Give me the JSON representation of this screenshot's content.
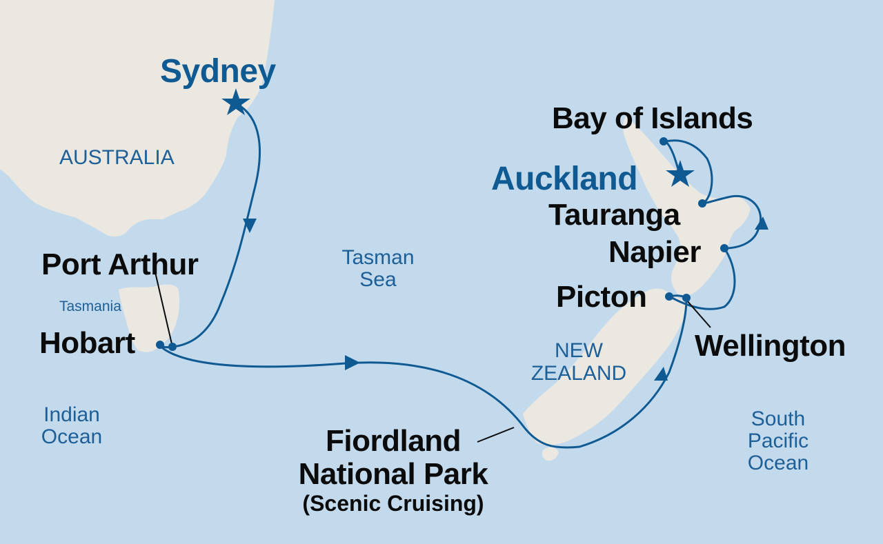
{
  "colors": {
    "ocean": "#c3d9ec",
    "land": "#ebe8e2",
    "route": "#0f5a92",
    "port_text": "#0b0b0b",
    "region_text": "#1d5f97"
  },
  "map": {
    "home_ports": [
      {
        "id": "sydney",
        "label": "Sydney",
        "icon": "star-icon"
      },
      {
        "id": "auckland",
        "label": "Auckland",
        "icon": "star-icon"
      }
    ],
    "ports": [
      {
        "id": "bay-of-islands",
        "label": "Bay of Islands"
      },
      {
        "id": "tauranga",
        "label": "Tauranga"
      },
      {
        "id": "napier",
        "label": "Napier"
      },
      {
        "id": "picton",
        "label": "Picton"
      },
      {
        "id": "wellington",
        "label": "Wellington"
      },
      {
        "id": "port-arthur",
        "label": "Port Arthur"
      },
      {
        "id": "hobart",
        "label": "Hobart"
      }
    ],
    "scenic": {
      "line1": "Fiordland",
      "line2": "National Park",
      "note": "(Scenic Cruising)"
    },
    "regions": {
      "australia": "AUSTRALIA",
      "tasmania": "Tasmania",
      "nz_line1": "NEW",
      "nz_line2": "ZEALAND"
    },
    "waters": {
      "tasman_line1": "Tasman",
      "tasman_line2": "Sea",
      "indian_line1": "Indian",
      "indian_line2": "Ocean",
      "pacific_line1": "South",
      "pacific_line2": "Pacific",
      "pacific_line3": "Ocean"
    }
  }
}
